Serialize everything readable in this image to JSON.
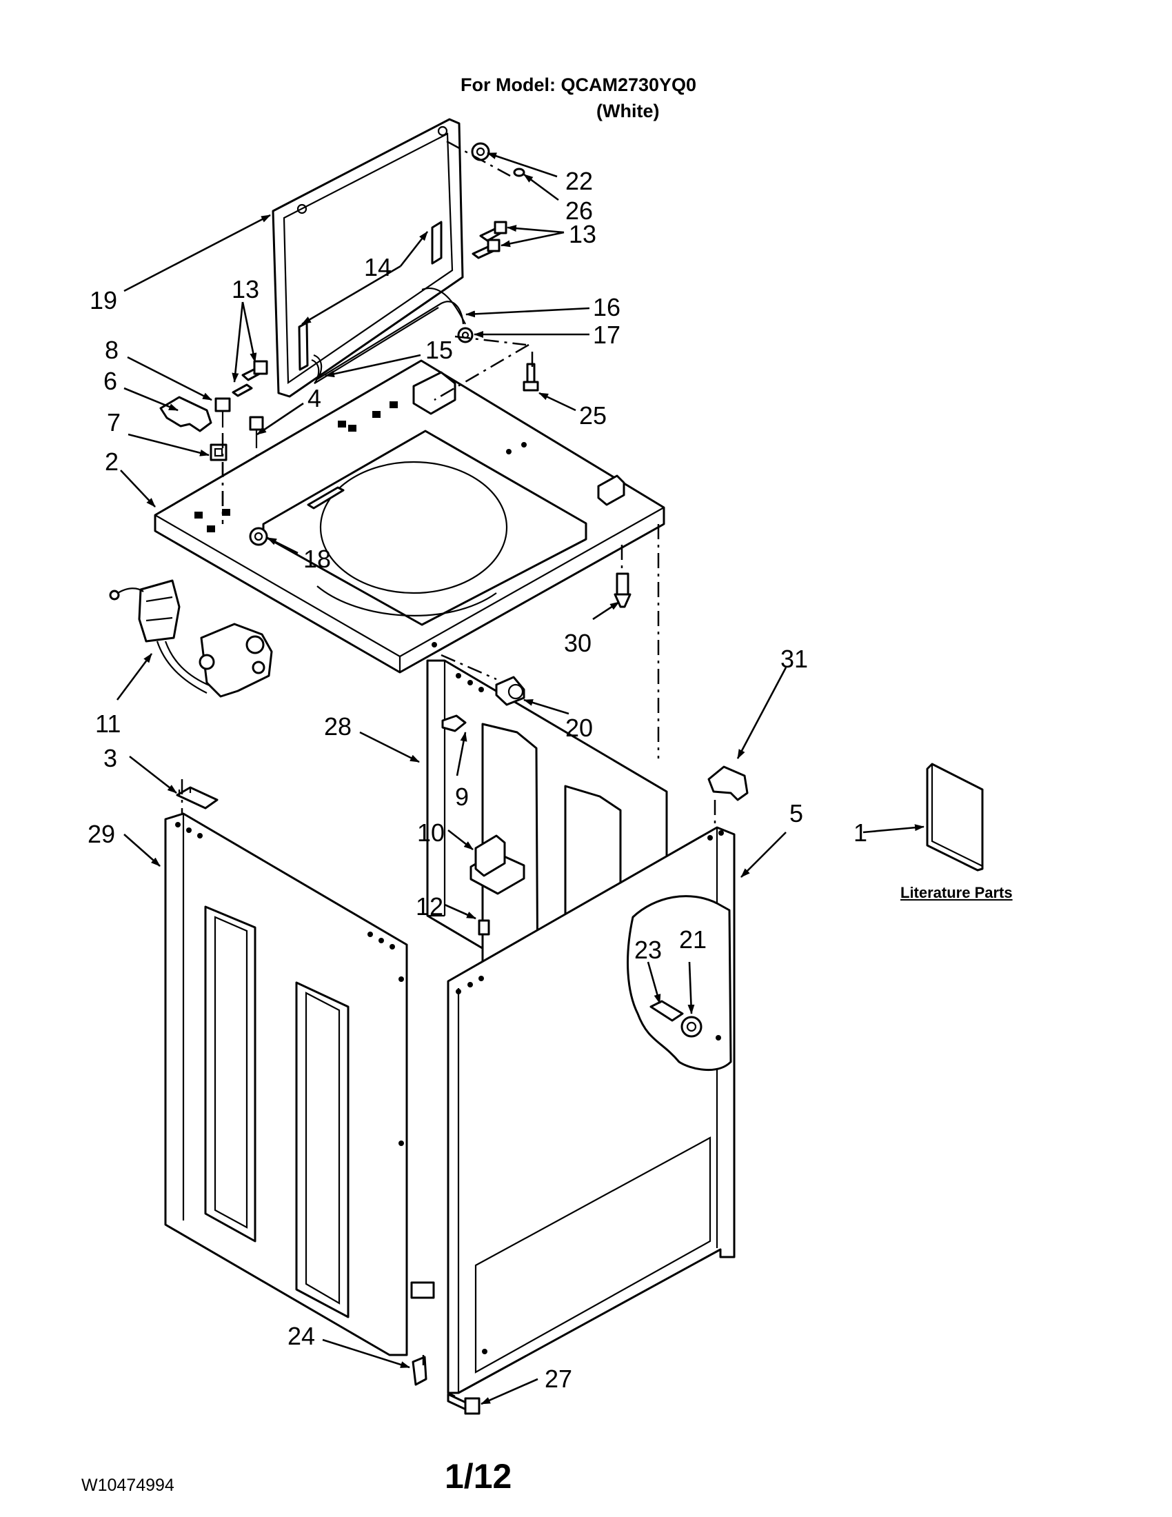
{
  "header": {
    "model_line": "For Model: QCAM2730YQ0",
    "color_line": "(White)"
  },
  "literature": {
    "label": "Literature Parts"
  },
  "footer": {
    "doc_number": "W10474994",
    "page_number": "1/12"
  },
  "callouts": {
    "c22": "22",
    "c26": "26",
    "c13a": "13",
    "c16": "16",
    "c17": "17",
    "c19": "19",
    "c13b": "13",
    "c14": "14",
    "c8": "8",
    "c6": "6",
    "c15": "15",
    "c4": "4",
    "c7": "7",
    "c25": "25",
    "c2": "2",
    "c18": "18",
    "c30": "30",
    "c11": "11",
    "c31": "31",
    "c28": "28",
    "c20": "20",
    "c3": "3",
    "c9": "9",
    "c5": "5",
    "c1": "1",
    "c29": "29",
    "c10": "10",
    "c12": "12",
    "c23": "23",
    "c21": "21",
    "c24": "24",
    "c27": "27"
  }
}
